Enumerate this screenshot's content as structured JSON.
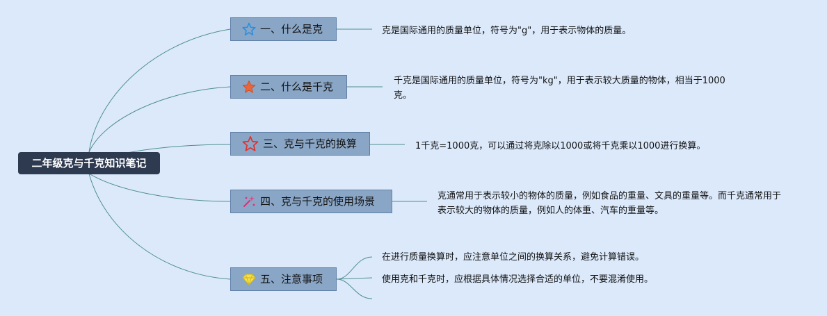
{
  "root": {
    "label": "二年级克与千克知识笔记"
  },
  "topics": [
    {
      "label": "一、什么是克",
      "icon": "star-outline-blue-icon",
      "notes": [
        "克是国际通用的质量单位，符号为\"g\"，用于表示物体的质量。"
      ]
    },
    {
      "label": "二、什么是千克",
      "icon": "star-filled-orange-icon",
      "notes": [
        "千克是国际通用的质量单位，符号为\"kg\"，用于表示较大质量的物体，相当于1000克。"
      ]
    },
    {
      "label": "三、克与千克的换算",
      "icon": "star-outline-red-icon",
      "notes": [
        "1千克=1000克，可以通过将克除以1000或将千克乘以1000进行换算。"
      ]
    },
    {
      "label": "四、克与千克的使用场景",
      "icon": "sparkle-pink-icon",
      "notes": [
        "克通常用于表示较小的物体的质量，例如食品的重量、文具的重量等。而千克通常用于表示较大的物体的质量，例如人的体重、汽车的重量等。"
      ]
    },
    {
      "label": "五、注意事项",
      "icon": "diamond-yellow-icon",
      "notes": [
        "在进行质量换算时，应注意单位之间的换算关系，避免计算错误。",
        "使用克和千克时，应根据具体情况选择合适的单位，不要混淆使用。"
      ]
    }
  ],
  "colors": {
    "background": "#dbe9fb",
    "root": "#2e3a50",
    "topic": "#8aa6c6",
    "link": "#4f8f8f"
  }
}
